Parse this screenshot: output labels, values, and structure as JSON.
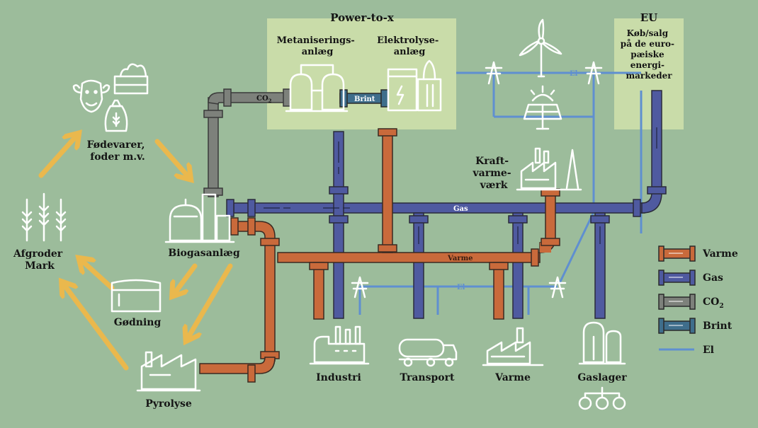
{
  "colors": {
    "background": "#9cbc9b",
    "panel": "#c9dca9",
    "heat": "#c96a3b",
    "gas": "#4f5aa0",
    "co2": "#7d817b",
    "hydrogen": "#3f6e8c",
    "electricity": "#5f8fd0",
    "flow_arrow": "#eab84d",
    "icon": "#ffffff"
  },
  "panels": {
    "power_to_x": {
      "title": "Power-to-x"
    },
    "eu": {
      "title": "EU",
      "text_lines": [
        "Køb/salg",
        "på de euro-",
        "pæiske",
        "energi-",
        "markeder"
      ]
    }
  },
  "nodes": {
    "metanisering": {
      "label_lines": [
        "Metaniserings-",
        "anlæg"
      ]
    },
    "elektrolyse": {
      "label_lines": [
        "Elektrolyse-",
        "anlæg"
      ]
    },
    "kraftvarme": {
      "label_lines": [
        "Kraft-",
        "varme-",
        "værk"
      ]
    },
    "fodevarer": {
      "label_lines": [
        "Fødevarer,",
        "foder m.v."
      ]
    },
    "afgroder": {
      "label_lines": [
        "Afgroder",
        "Mark"
      ]
    },
    "biogas": {
      "label": "Biogasanlæg"
    },
    "godning": {
      "label": "Gødning"
    },
    "pyrolyse": {
      "label": "Pyrolyse"
    },
    "industri": {
      "label": "Industri"
    },
    "transport": {
      "label": "Transport"
    },
    "varme": {
      "label": "Varme"
    },
    "gaslager": {
      "label": "Gaslager"
    }
  },
  "pipe_labels": {
    "co2": "CO",
    "co2_sub": "2",
    "brint": "Brint",
    "gas": "Gas",
    "varme": "Varme",
    "el_top": "El",
    "el_bottom": "El"
  },
  "legend": [
    {
      "key": "varme",
      "label": "Varme",
      "type": "pipe",
      "color": "#c96a3b"
    },
    {
      "key": "gas",
      "label": "Gas",
      "type": "pipe",
      "color": "#4f5aa0"
    },
    {
      "key": "co2",
      "label": "CO",
      "sub": "2",
      "type": "pipe",
      "color": "#7d817b"
    },
    {
      "key": "brint",
      "label": "Brint",
      "type": "pipe",
      "color": "#3f6e8c"
    },
    {
      "key": "el",
      "label": "El",
      "type": "line",
      "color": "#5f8fd0"
    }
  ]
}
